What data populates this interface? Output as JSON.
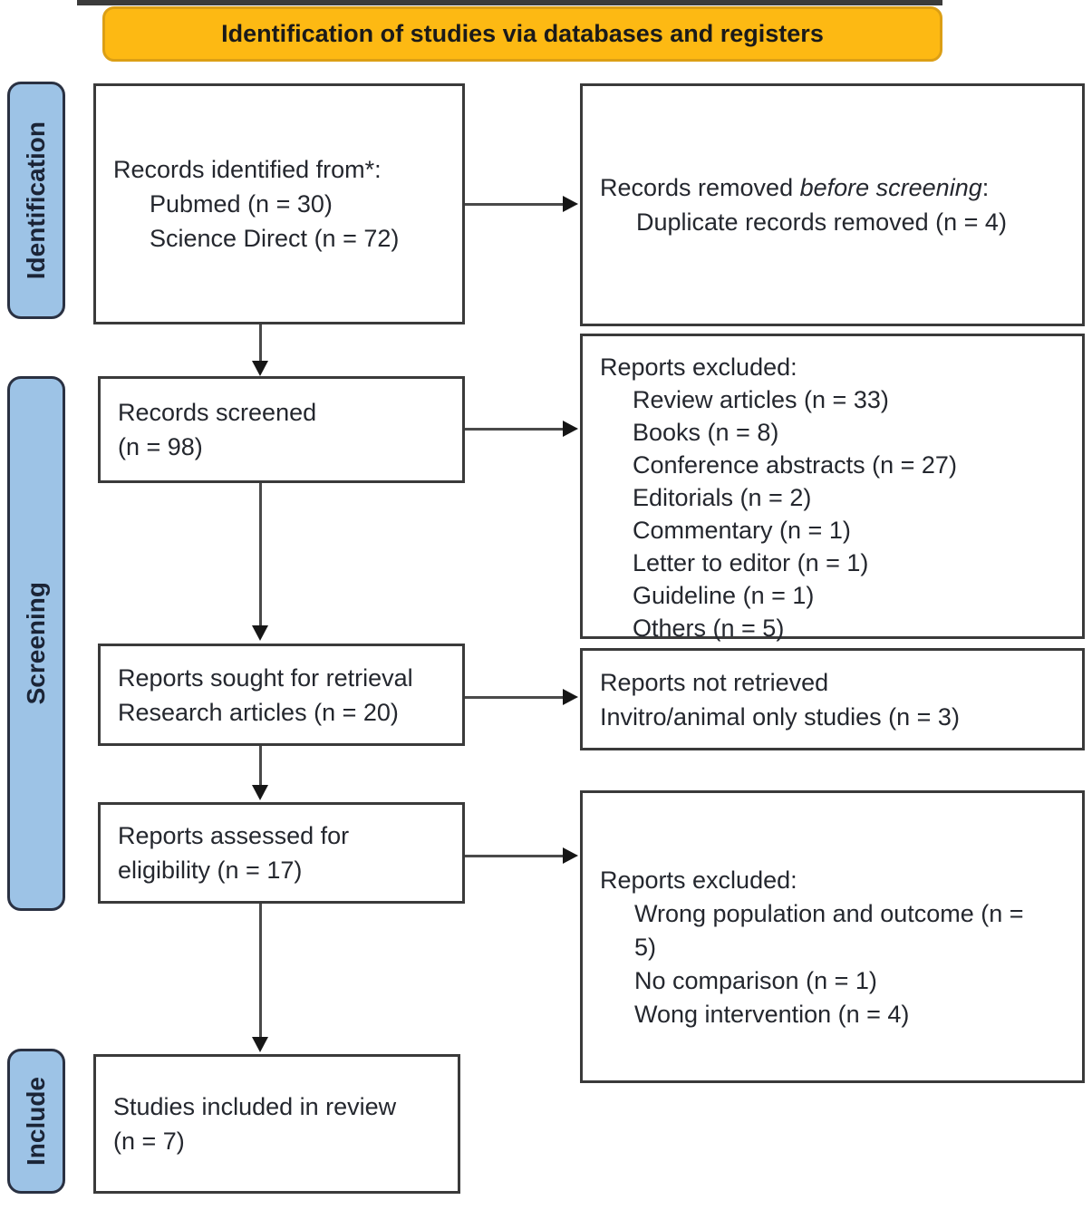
{
  "banner": {
    "title": "Identification of studies via databases and registers"
  },
  "sidebar": {
    "identification": "Identification",
    "screening": "Screening",
    "include": "Include"
  },
  "boxes": {
    "records_identified": {
      "line1": "Records identified from*:",
      "items": [
        "Pubmed (n = 30)",
        "Science Direct (n = 72)"
      ]
    },
    "records_removed": {
      "prefix": "Records removed ",
      "italic": "before screening",
      "suffix": ":",
      "items": [
        "Duplicate records removed  (n = 4)"
      ]
    },
    "records_screened": {
      "line1": "Records screened",
      "line2": "(n = 98)"
    },
    "reports_excluded_screening": {
      "header": "Reports excluded:",
      "items": [
        "Review articles (n = 33)",
        "Books (n = 8)",
        "Conference abstracts (n = 27)",
        "Editorials (n = 2)",
        "Commentary (n = 1)",
        "Letter to editor (n = 1)",
        "Guideline (n = 1)",
        "Others (n = 5)"
      ]
    },
    "reports_sought": {
      "line1": "Reports sought for retrieval",
      "line2": "Research articles (n = 20)"
    },
    "reports_not_retrieved": {
      "line1": "Reports not retrieved",
      "line2": "Invitro/animal only studies (n = 3)"
    },
    "reports_assessed": {
      "line1": "Reports assessed for",
      "line2": "eligibility (n = 17)"
    },
    "reports_excluded_eligibility": {
      "header": "Reports excluded:",
      "items": [
        "Wrong population and outcome (n = 5)",
        "No comparison (n = 1)",
        "Wong intervention (n = 4)"
      ]
    },
    "studies_included": {
      "line1": "Studies included in review",
      "line2": "(n = 7)"
    }
  },
  "colors": {
    "banner_fill": "#FDB913",
    "banner_border": "#DC9F15",
    "stage_label_fill": "#9DC3E6",
    "stage_label_border": "#2A3142",
    "box_border": "#3A3A3A",
    "arrow_line": "#4A4A4A",
    "arrow_head": "#161616",
    "text": "#24272E"
  }
}
